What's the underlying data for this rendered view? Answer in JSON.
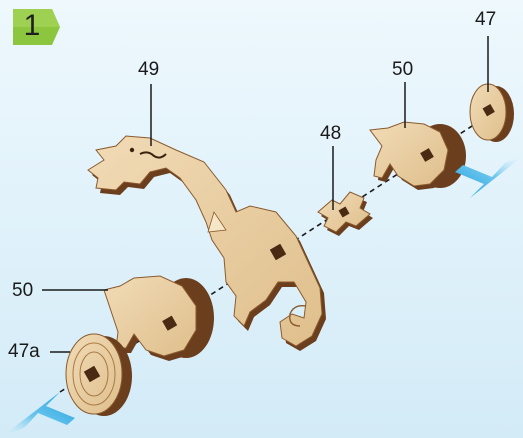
{
  "step": {
    "number": "1"
  },
  "labels": {
    "part_47": "47",
    "part_50_top": "50",
    "part_48": "48",
    "part_49": "49",
    "part_50_left": "50",
    "part_47a": "47a"
  },
  "colors": {
    "wood_face": "#e9cfa4",
    "wood_edge": "#6b3f1e",
    "badge_green": "#8cc63f",
    "arrow_blue": "#2aa8e0",
    "background": "#e3f3fb"
  }
}
